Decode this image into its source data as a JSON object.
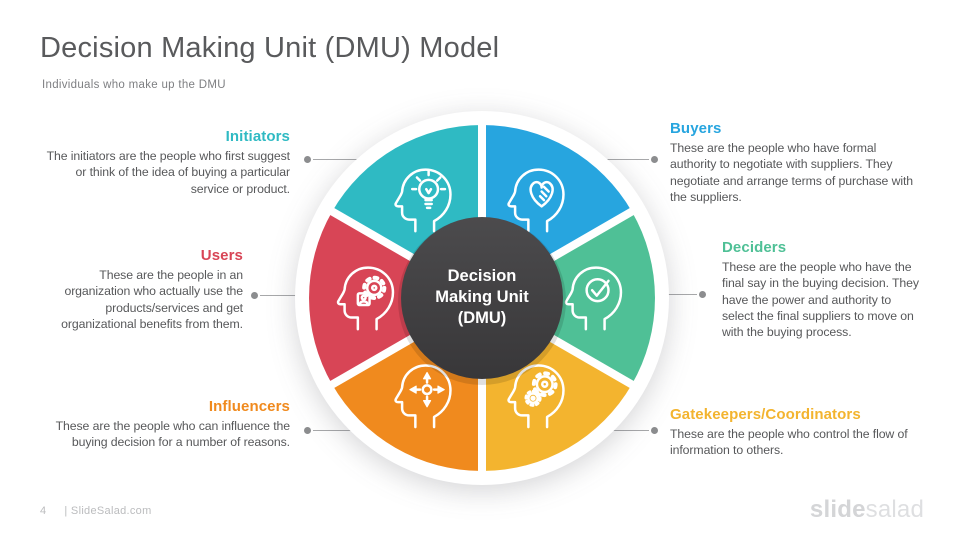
{
  "slide": {
    "title": "Decision Making Unit (DMU) Model",
    "subtitle": "Individuals who make up the DMU",
    "page_number": "4",
    "footer_text": "| SlideSalad.com",
    "watermark_bold": "slide",
    "watermark_light": "salad"
  },
  "wheel": {
    "center_color": "#414042",
    "center_label": "Decision Making Unit (DMU)",
    "lines": [
      "Decision",
      "Making Unit",
      "(DMU)"
    ]
  },
  "roles": [
    {
      "id": "initiators",
      "label": "Initiators",
      "description": "The initiators are the people who first suggest or think of the idea of buying a particular service or product.",
      "color": "#2FBAC3",
      "icon": "head-lightbulb-icon"
    },
    {
      "id": "buyers",
      "label": "Buyers",
      "description": "These are the people who have formal authority to negotiate with suppliers. They negotiate and arrange terms of purchase with the suppliers.",
      "color": "#27A5DF",
      "icon": "head-heart-icon"
    },
    {
      "id": "users",
      "label": "Users",
      "description": "These are the people in an organization who actually use the products/services and get organizational benefits from them.",
      "color": "#D84556",
      "icon": "head-gear-person-icon"
    },
    {
      "id": "deciders",
      "label": "Deciders",
      "description": "These are the people who have the final say in the buying decision. They have the power and authority to select the final suppliers to move on with the buying process.",
      "color": "#4FC096",
      "icon": "head-checkmark-icon"
    },
    {
      "id": "influencers",
      "label": "Influencers",
      "description": "These are the people who can influence the buying decision for a number of reasons.",
      "color": "#F08A1E",
      "icon": "head-arrows-icon"
    },
    {
      "id": "gatekeepers",
      "label": "Gatekeepers/Coordinators",
      "description": "These are the people who control the flow of information  to others.",
      "color": "#F3B42F",
      "icon": "head-gears-icon"
    }
  ]
}
